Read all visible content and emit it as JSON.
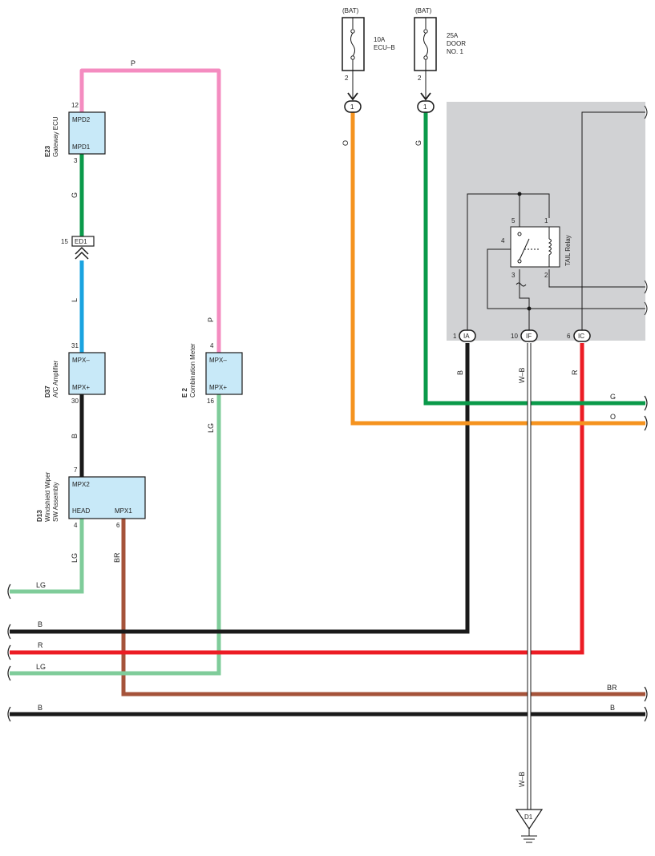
{
  "colors": {
    "pink": "#f48cc0",
    "green": "#0a9a4a",
    "blue": "#1aa3e0",
    "black": "#1a1a1a",
    "lightgreen": "#7fcc9a",
    "brown": "#a5533a",
    "orange": "#f5931f",
    "red": "#ec1c24",
    "wb": "#ffffff",
    "ecu_fill": "#c8e9f8",
    "relay_bg": "#d1d2d4"
  },
  "fuses": [
    {
      "bat": "(BAT)",
      "rating": "10A",
      "name": "ECU–B",
      "name2": "",
      "pin": "2",
      "conn": "1"
    },
    {
      "bat": "(BAT)",
      "rating": "25A",
      "name": "DOOR",
      "name2": "NO. 1",
      "pin": "2",
      "conn": "1"
    }
  ],
  "components": {
    "e23": {
      "code": "E23",
      "name": "Gateway ECU",
      "pin_top": "MPD2",
      "pin_bot": "MPD1",
      "num_top": "12",
      "num_bot": "3"
    },
    "d37": {
      "code": "D37",
      "name": "A/C Amplifier",
      "pin_top": "MPX–",
      "pin_bot": "MPX+",
      "num_top": "31",
      "num_bot": "30"
    },
    "e2": {
      "code": "E 2",
      "name": "Combination Meter",
      "pin_top": "MPX–",
      "pin_bot": "MPX+",
      "num_top": "4",
      "num_bot": "16"
    },
    "d13": {
      "code": "D13",
      "name1": "Windshield Wiper",
      "name2": "SW Assembly",
      "pin_top": "MPX2",
      "pin_head": "HEAD",
      "pin_mpx1": "MPX1",
      "num_top": "7",
      "num_head": "4",
      "num_mpx1": "6"
    }
  },
  "connector_ed1": {
    "label": "ED1",
    "pin": "15"
  },
  "relay": {
    "name": "TAIL Relay",
    "pin1": "1",
    "pin2": "2",
    "pin3": "3",
    "pin4": "4",
    "pin5": "5"
  },
  "junctions": [
    {
      "label": "IA",
      "pin": "1"
    },
    {
      "label": "IF",
      "pin": "10"
    },
    {
      "label": "IC",
      "pin": "6"
    }
  ],
  "wire_labels": {
    "p_top": "P",
    "p_right": "P",
    "g_left": "G",
    "l": "L",
    "b_left": "B",
    "lg_e2": "LG",
    "lg_d13": "LG",
    "br_d13": "BR",
    "o_fuse": "O",
    "g_fuse": "G",
    "b_ia": "B",
    "wb_if": "W–B",
    "r_ic": "R",
    "g_right": "G",
    "o_right": "O",
    "lg_left1": "LG",
    "b_left1": "B",
    "r_left": "R",
    "lg_left2": "LG",
    "br_right": "BR",
    "b_left2": "B",
    "b_right2": "B",
    "wb_bottom": "W–B"
  },
  "ground": {
    "label": "D1"
  }
}
